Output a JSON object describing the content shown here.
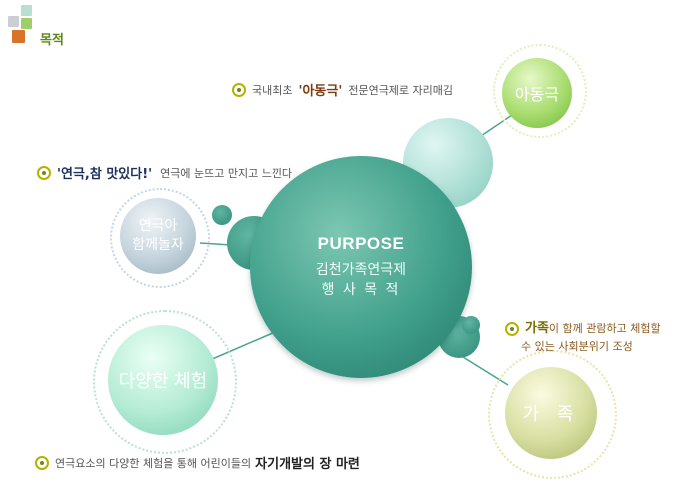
{
  "header": {
    "title": "목적"
  },
  "center": {
    "title": "PURPOSE",
    "subtitle_line1": "김천가족연극제",
    "subtitle_line2": "행 사 목 적"
  },
  "bubbles": {
    "children_play": "아동극",
    "play_together_line1": "연극아",
    "play_together_line2": "함께놀자",
    "diverse_experience": "다양한 체험",
    "family": "가 족"
  },
  "captions": {
    "children": {
      "pre": "국내최초",
      "highlight": "'아동극'",
      "post": "전문연극제로 자리매김"
    },
    "taste": {
      "highlight": "'연극,참 맛있다!'",
      "post": "연극에 눈뜨고 만지고 느낀다"
    },
    "family": {
      "highlight": "가족",
      "line1_post": "이 함께 관람하고 체험할",
      "line2": "수 있는 사회분위기 조성"
    },
    "development": {
      "pre": "연극요소의 다양한 체험을 통해 어린이들의",
      "highlight": "자기개발의 장 마련"
    }
  },
  "colors": {
    "title_green": "#5a8a14",
    "main_teal": "#3f9f8a",
    "bullet_olive": "#b8b000"
  }
}
